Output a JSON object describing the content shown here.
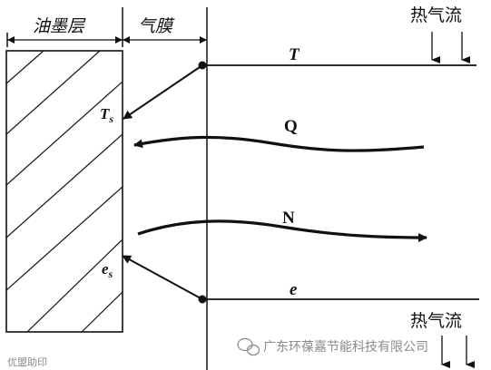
{
  "labels": {
    "ink_layer": "油墨层",
    "air_film": "气膜",
    "hot_air_top": "热气流",
    "hot_air_bottom": "热气流",
    "T": "T",
    "Ts_main": "T",
    "Ts_sub": "s",
    "Q": "Q",
    "N": "N",
    "e": "e",
    "es_main": "e",
    "es_sub": "s"
  },
  "watermark": {
    "company": "广东环葆嘉节能科技有限公司",
    "left_mark": "优盟助印"
  },
  "colors": {
    "ink": "#111111",
    "watermark": "#8a8a8a"
  }
}
